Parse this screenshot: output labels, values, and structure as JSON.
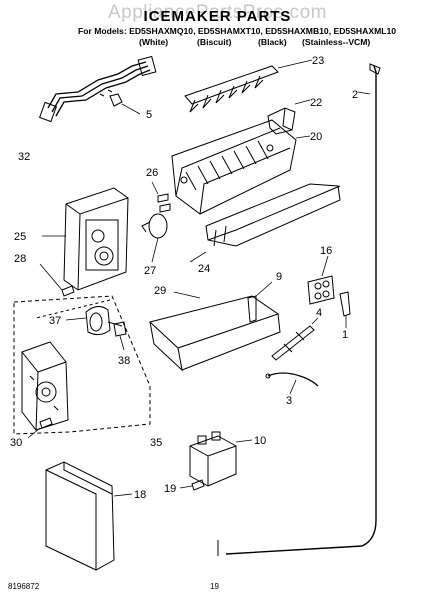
{
  "header": {
    "watermark": "AppliancePartsPros.com",
    "title": "ICEMAKER PARTS",
    "models_line": "For Models: ED5SHAXMQ10, ED5SHAMXT10, ED5SHAXMB10, ED5SHAXML10",
    "colors": [
      "(White)",
      "(Biscuit)",
      "(Black)",
      "(Stainless--VCM)"
    ]
  },
  "callouts": {
    "p1": "1",
    "p2": "2",
    "p3": "3",
    "p4": "4",
    "p5": "5",
    "p9": "9",
    "p10": "10",
    "p16": "16",
    "p18": "18",
    "p19": "19",
    "p20": "20",
    "p22": "22",
    "p23": "23",
    "p24": "24",
    "p25": "25",
    "p26": "26",
    "p27": "27",
    "p28": "28",
    "p29": "29",
    "p30": "30",
    "p32": "32",
    "p35": "35",
    "p37": "37",
    "p38": "38"
  },
  "footer": {
    "doc_number": "8196872",
    "page_number": "19"
  }
}
